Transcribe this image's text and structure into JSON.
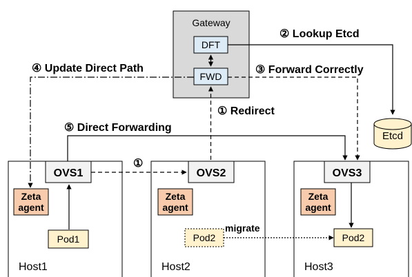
{
  "gateway": {
    "title": "Gateway",
    "dft": "DFT",
    "fwd": "FWD"
  },
  "etcd": "Etcd",
  "steps": {
    "s1_redirect": "① Redirect",
    "s1_marker": "①",
    "s2_lookup": "② Lookup Etcd",
    "s3_forward": "③ Forward Correctly",
    "s4_update": "④ Update Direct Path",
    "s5_direct": "⑤ Direct Forwarding"
  },
  "hosts": [
    {
      "label": "Host1",
      "ovs": "OVS1",
      "agent_line1": "Zeta",
      "agent_line2": "agent",
      "pod": "Pod1"
    },
    {
      "label": "Host2",
      "ovs": "OVS2",
      "agent_line1": "Zeta",
      "agent_line2": "agent",
      "pod": "Pod2"
    },
    {
      "label": "Host3",
      "ovs": "OVS3",
      "agent_line1": "Zeta",
      "agent_line2": "agent",
      "pod": "Pod2"
    }
  ],
  "migrate_label": "migrate",
  "colors": {
    "gateway_bg": "#d9d9d9",
    "table_bg": "#ddebf7",
    "agent_bg": "#f8cbad",
    "pod_bg": "#fff2cc",
    "etcd_bg": "#fff2cc",
    "ovs_bg": "#f2f2f2"
  }
}
